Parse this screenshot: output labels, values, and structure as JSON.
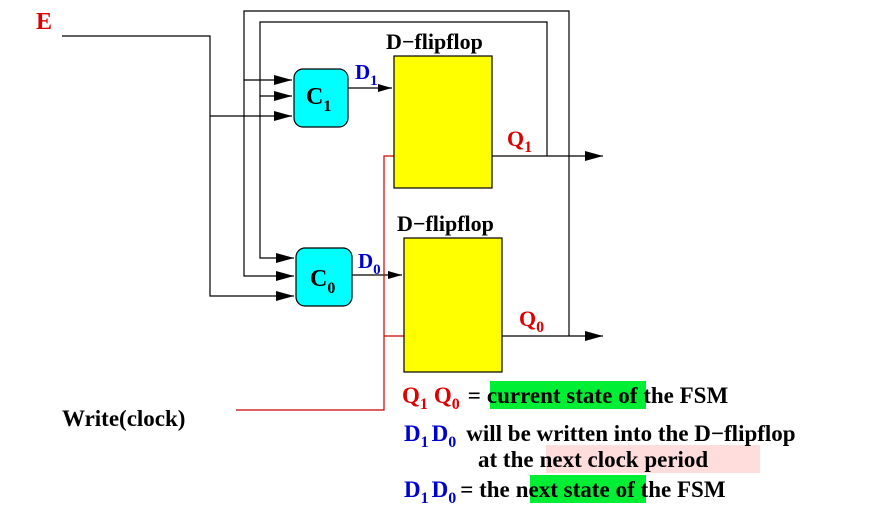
{
  "colors": {
    "wire": "#000000",
    "clock_wire": "#cc0000",
    "logic_fill": "#00ffff",
    "flipflop_fill": "#ffff00",
    "d_label": "#0000cc",
    "q_label": "#dd0000",
    "highlight_green": "#00ee33",
    "highlight_pink": "#ffdddd"
  },
  "labels": {
    "input_e": "E",
    "clock_input": "Write(clock)",
    "flipflop_top_title": "D−flipflop",
    "flipflop_bottom_title": "D−flipflop",
    "c1_main": "C",
    "c1_sub": "1",
    "c0_main": "C",
    "c0_sub": "0",
    "d1_main": "D",
    "d1_sub": "1",
    "d0_main": "D",
    "d0_sub": "0",
    "q1_main": "Q",
    "q1_sub": "1",
    "q0_main": "Q",
    "q0_sub": "0"
  },
  "legend": {
    "line1": {
      "q1_main": "Q",
      "q1_sub": "1",
      "q0_main": "Q",
      "q0_sub": "0",
      "eq": "=",
      "highlight": "current state",
      "rest": "of the FSM"
    },
    "line2": {
      "d1_main": "D",
      "d1_sub": "1",
      "d0_main": "D",
      "d0_sub": "0",
      "text": "will be written into the D−flipflop"
    },
    "line3": {
      "prefix": "at the",
      "highlight": "next clock period"
    },
    "line4": {
      "d1_main": "D",
      "d1_sub": "1",
      "d0_main": "D",
      "d0_sub": "0",
      "mid": "= the",
      "highlight": "next state",
      "rest": "of the FSM"
    }
  }
}
